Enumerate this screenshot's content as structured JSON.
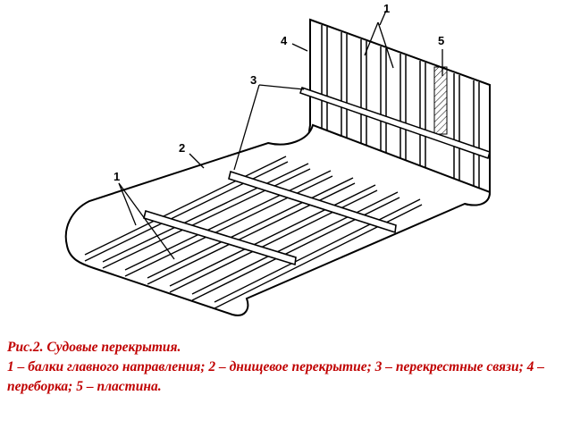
{
  "figure": {
    "labels": {
      "l1_top": "1",
      "l1_left": "1",
      "l2": "2",
      "l3": "3",
      "l4": "4",
      "l5": "5"
    }
  },
  "caption": {
    "title": "Рис.2. Судовые перекрытия.",
    "text": "1 – балки главного направления; 2 – днищевое перекрытие; 3 – перекрестные связи; 4 – переборка; 5 – пластина."
  },
  "colors": {
    "caption": "#c00000",
    "ink": "#000000"
  }
}
